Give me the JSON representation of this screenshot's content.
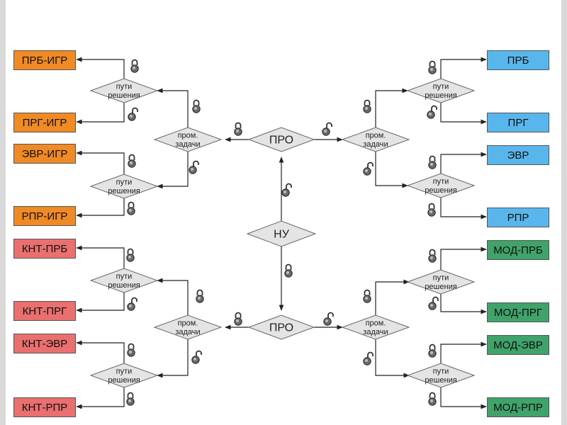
{
  "colors": {
    "orange": "#f08a24",
    "blue": "#59b6ec",
    "red": "#ea6f6f",
    "green": "#3fa36a",
    "diamond_fill": "#e4e4e4",
    "line": "#222222"
  },
  "center": {
    "label": "НУ"
  },
  "pro": {
    "top": "ПРО",
    "bottom": "ПРО"
  },
  "prom": {
    "line1": "пром.",
    "line2": "задачи"
  },
  "puti": {
    "line1": "пути",
    "line2": "решения"
  },
  "icons": {
    "closed": "lock-closed-icon",
    "open": "lock-open-icon"
  },
  "boxes": {
    "left_top": [
      "ПРБ-ИГР",
      "ПРГ-ИГР",
      "ЭВР-ИГР",
      "РПР-ИГР"
    ],
    "right_top": [
      "ПРБ",
      "ПРГ",
      "ЭВР",
      "РПР"
    ],
    "left_bottom": [
      "КНТ-ПРБ",
      "КНТ-ПРГ",
      "КНТ-ЭВР",
      "КНТ-РПР"
    ],
    "right_bottom": [
      "МОД-ПРБ",
      "МОД-ПРГ",
      "МОД-ЭВР",
      "МОД-РПР"
    ]
  }
}
